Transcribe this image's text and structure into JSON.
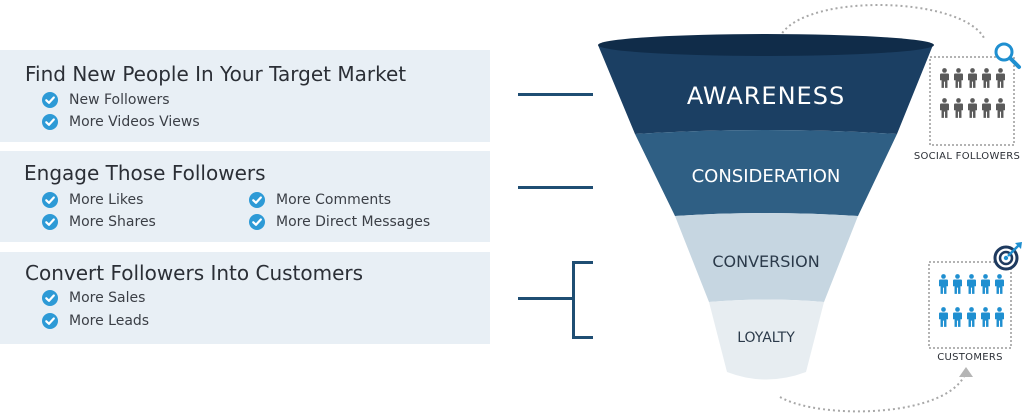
{
  "panels": [
    {
      "title": "Find New People In Your Target Market",
      "items": [
        "New Followers",
        "More Videos Views"
      ]
    },
    {
      "title": "Engage Those Followers",
      "items": [
        "More Likes",
        "More Shares",
        "More Comments",
        "More Direct Messages"
      ]
    },
    {
      "title": "Convert Followers Into Customers",
      "items": [
        "More Sales",
        "More Leads"
      ]
    }
  ],
  "funnel": {
    "stages": [
      "AWARENESS",
      "CONSIDERATION",
      "CONVERSION",
      "LOYALTY"
    ],
    "stage_colors": [
      "#1b3f63",
      "#2f5f84",
      "#c6d6e1",
      "#e7edf1"
    ]
  },
  "side": {
    "social_label": "SOCIAL FOLLOWERS",
    "customers_label": "CUSTOMERS",
    "social_icon": "search-icon",
    "customers_icon": "target-icon",
    "social_color": "#5a5a5a",
    "customers_color": "#1f8fd0"
  },
  "colors": {
    "check": "#2d9ad6",
    "panel_bg": "#e8eff5",
    "connector": "#1f4e73"
  }
}
